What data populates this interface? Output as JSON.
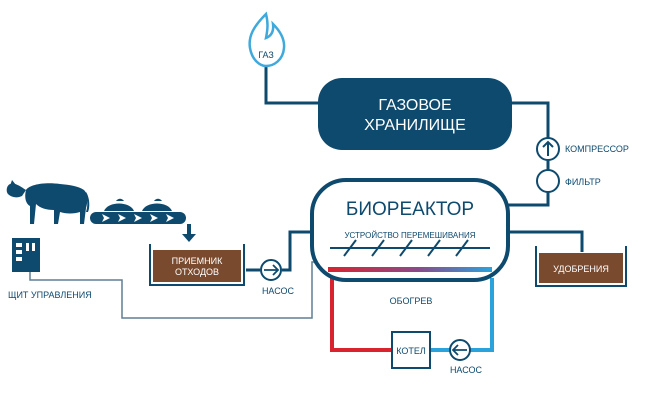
{
  "labels": {
    "gas": "ГАЗ",
    "storage_line1": "ГАЗОВОЕ",
    "storage_line2": "ХРАНИЛИЩЕ",
    "compressor": "КОМПРЕССОР",
    "filter": "ФИЛЬТР",
    "bioreactor": "БИОРЕАКТОР",
    "mixer": "УСТРОЙСТВО ПЕРЕМЕШИВАНИЯ",
    "waste_line1": "ПРИЕМНИК",
    "waste_line2": "ОТХОДОВ",
    "pump_left": "НАСОС",
    "pump_bottom": "НАСОС",
    "fertilizer": "УДОБРЕНИЯ",
    "heating": "ОБОГРЕВ",
    "boiler": "КОТЕЛ",
    "control_panel": "ЩИТ УПРАВЛЕНИЯ"
  },
  "colors": {
    "navy": "#0e4a6e",
    "brown": "#7a4a2f",
    "hot": "#d9232e",
    "cold": "#2aa3dd",
    "flame": "#3fa9dc"
  },
  "icons": {
    "flame": "flame-icon",
    "cow": "cow-icon",
    "conveyor": "conveyor-icon",
    "pump": "pump-icon",
    "compressor": "compressor-icon",
    "filter": "filter-icon"
  }
}
